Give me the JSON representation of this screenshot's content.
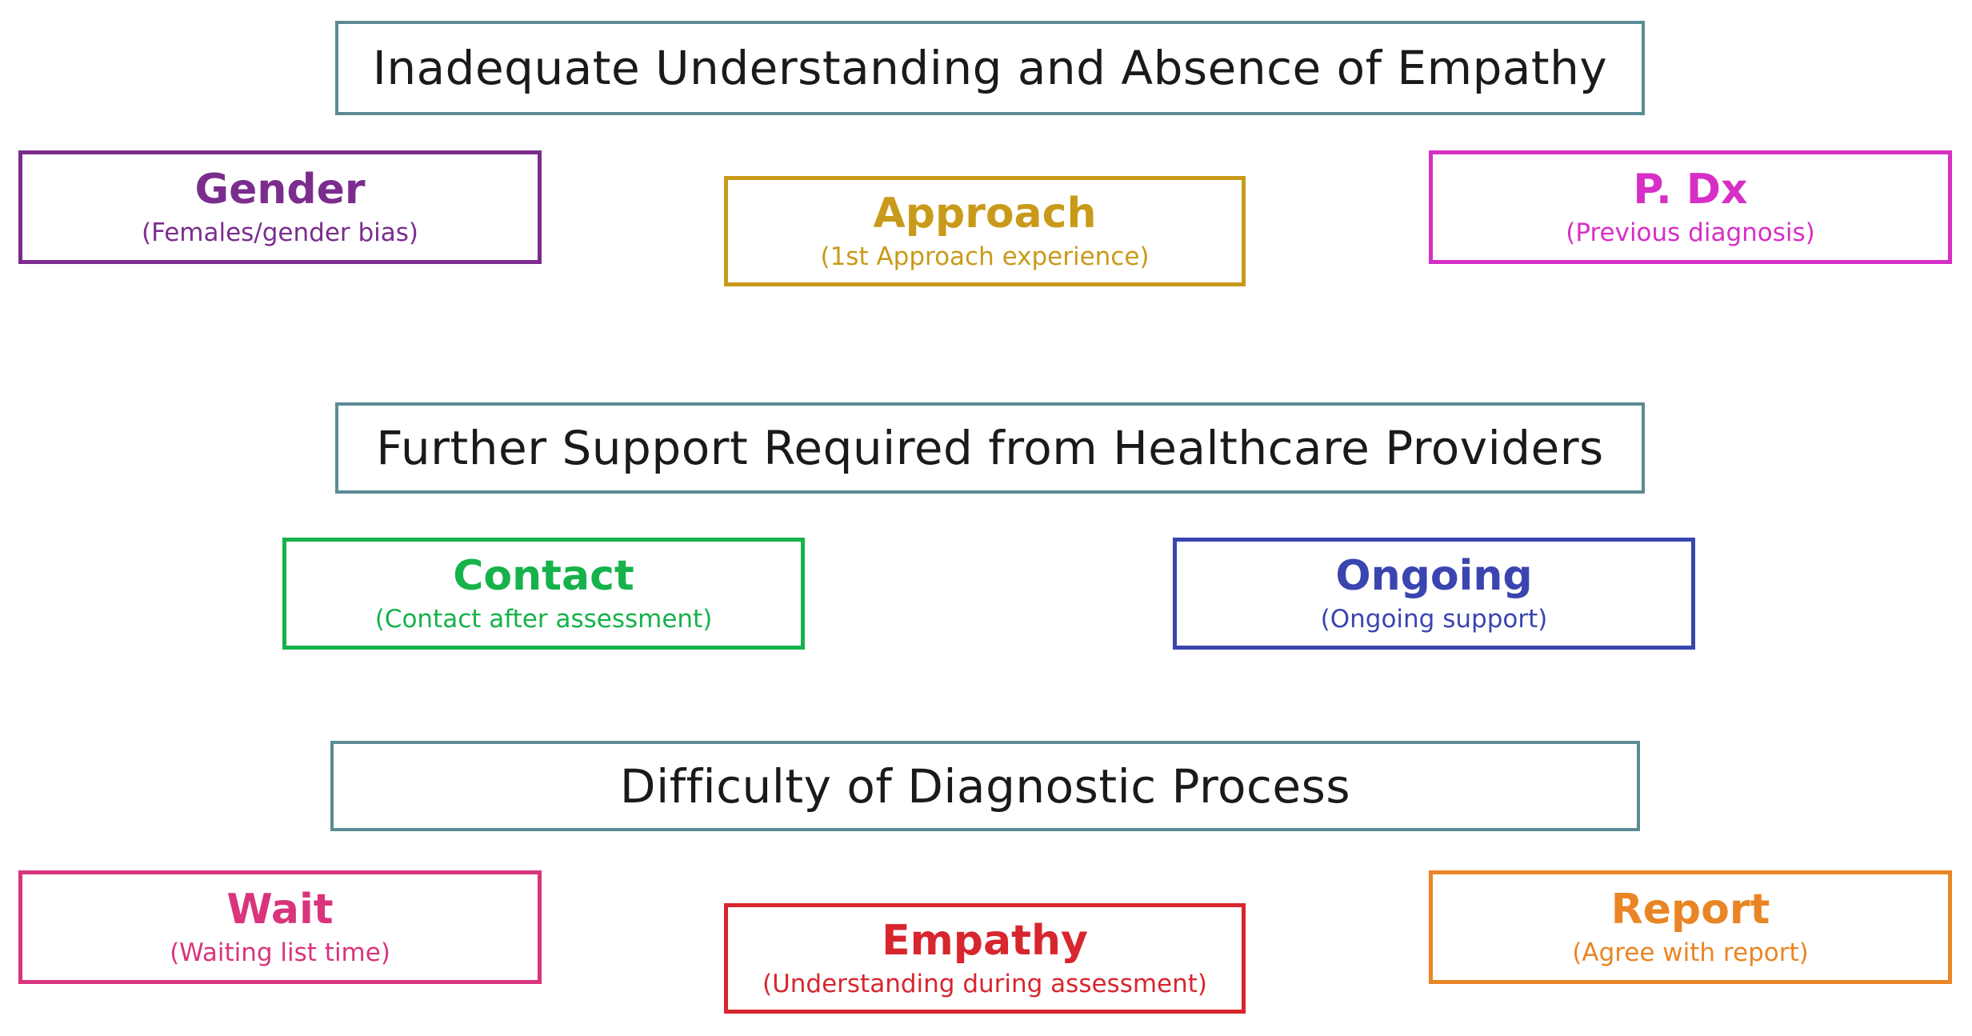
{
  "themes": [
    {
      "label": "Inadequate Understanding and Absence of Empathy"
    },
    {
      "label": "Further Support Required from Healthcare Providers"
    },
    {
      "label": "Difficulty of Diagnostic Process"
    }
  ],
  "codes": [
    {
      "title": "Gender",
      "subtitle": "(Females/gender bias)",
      "color": "#7b2d8e"
    },
    {
      "title": "Approach",
      "subtitle": "(1st Approach experience)",
      "color": "#c99a1a"
    },
    {
      "title": "P. Dx",
      "subtitle": "(Previous diagnosis)",
      "color": "#d62fc6"
    },
    {
      "title": "Contact",
      "subtitle": "(Contact after assessment)",
      "color": "#16b24b"
    },
    {
      "title": "Ongoing",
      "subtitle": "(Ongoing support)",
      "color": "#3a45b0"
    },
    {
      "title": "Wait",
      "subtitle": "(Waiting list time)",
      "color": "#d9347c"
    },
    {
      "title": "Empathy",
      "subtitle": "(Understanding during assessment)",
      "color": "#d7262e"
    },
    {
      "title": "Report",
      "subtitle": "(Agree with report)",
      "color": "#e98524"
    }
  ]
}
